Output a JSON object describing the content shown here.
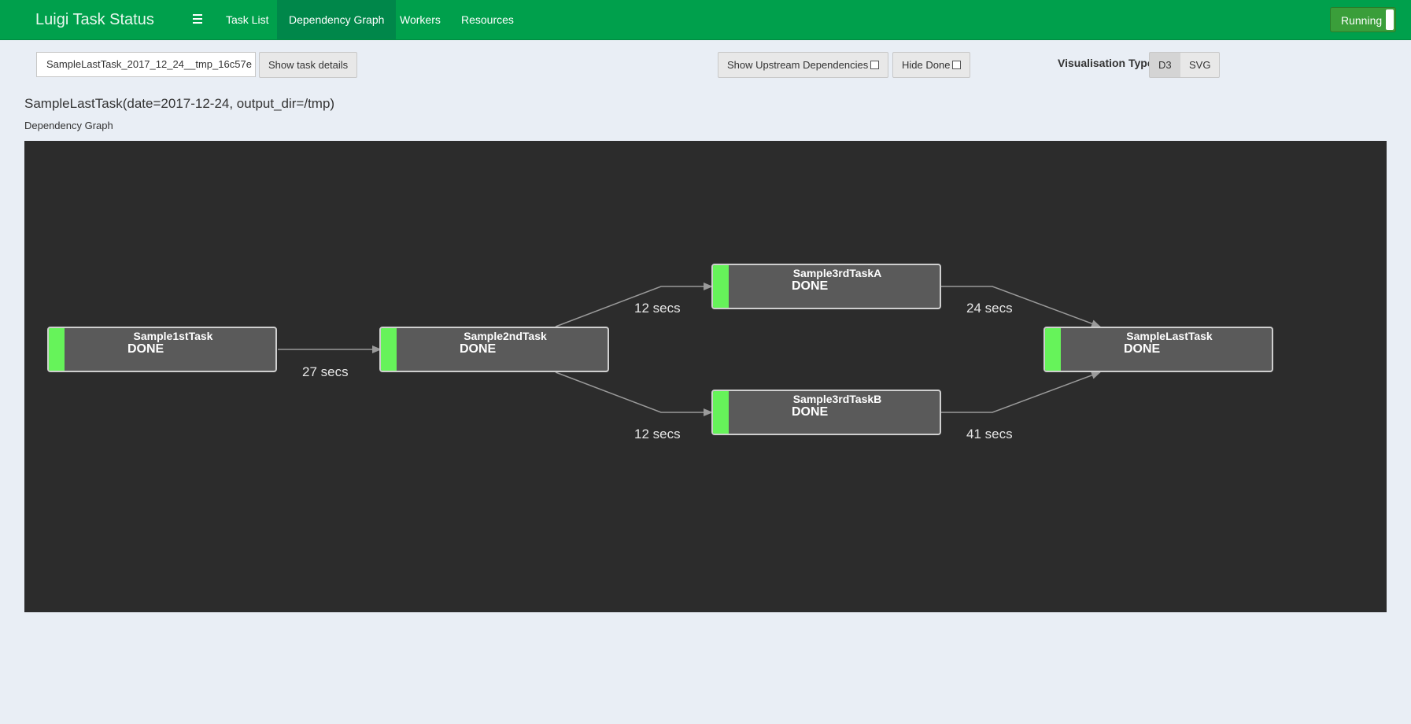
{
  "app": {
    "title": "Luigi Task Status"
  },
  "nav": {
    "items": [
      {
        "label": "Task List"
      },
      {
        "label": "Dependency Graph"
      },
      {
        "label": "Workers"
      },
      {
        "label": "Resources"
      }
    ],
    "active": "Dependency Graph"
  },
  "status_toggle": {
    "label": "Running"
  },
  "toolbar": {
    "task_id_value": "SampleLastTask_2017_12_24__tmp_16c57e",
    "show_details_label": "Show task details",
    "show_upstream_label": "Show Upstream Dependencies",
    "show_upstream_checked": false,
    "hide_done_label": "Hide Done",
    "hide_done_checked": false,
    "vis_type_label": "Visualisation Type",
    "vis_options": [
      "D3",
      "SVG"
    ],
    "vis_selected": "D3"
  },
  "task": {
    "title": "SampleLastTask(date=2017-12-24, output_dir=/tmp)",
    "subtitle": "Dependency Graph"
  },
  "graph": {
    "colors": {
      "background": "#2c2c2c",
      "node": "#5a5a5a",
      "done": "#66f35a",
      "edge": "#9a9a9a"
    },
    "nodes": [
      {
        "id": "n1",
        "name": "Sample1stTask",
        "status": "DONE"
      },
      {
        "id": "n2",
        "name": "Sample2ndTask",
        "status": "DONE"
      },
      {
        "id": "n3a",
        "name": "Sample3rdTaskA",
        "status": "DONE"
      },
      {
        "id": "n3b",
        "name": "Sample3rdTaskB",
        "status": "DONE"
      },
      {
        "id": "nl",
        "name": "SampleLastTask",
        "status": "DONE"
      }
    ],
    "edges": [
      {
        "from": "n1",
        "to": "n2",
        "label": "27 secs"
      },
      {
        "from": "n2",
        "to": "n3a",
        "label": "12 secs"
      },
      {
        "from": "n2",
        "to": "n3b",
        "label": "12 secs"
      },
      {
        "from": "n3a",
        "to": "nl",
        "label": "24 secs"
      },
      {
        "from": "n3b",
        "to": "nl",
        "label": "41 secs"
      }
    ]
  }
}
